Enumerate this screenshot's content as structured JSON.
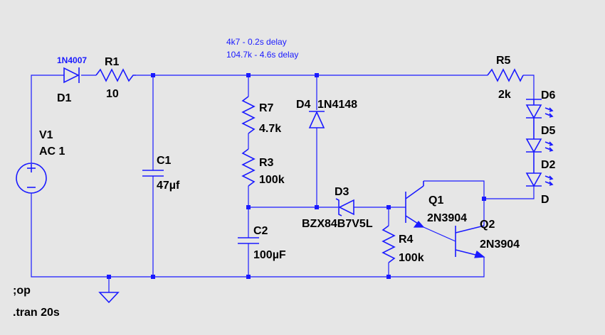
{
  "labels": {
    "d1_part": "1N4007",
    "d1_ref": "D1",
    "r1_ref": "R1",
    "r1_val": "10",
    "v1_ref": "V1",
    "v1_val": "AC 1",
    "c1_ref": "C1",
    "c1_val": "47µf",
    "note1": "4k7 - 0.2s delay",
    "note2": "104.7k - 4.6s delay",
    "r7_ref": "R7",
    "r7_val": "4.7k",
    "r3_ref": "R3",
    "r3_val": "100k",
    "c2_ref": "C2",
    "c2_val": "100µF",
    "d4_ref": "D4",
    "d4_val": "1N4148",
    "d3_ref": "D3",
    "d3_val": "BZX84B7V5L",
    "q1_ref": "Q1",
    "q1_val": "2N3904",
    "q2_ref": "Q2",
    "q2_val": "2N3904",
    "r4_ref": "R4",
    "r4_val": "100k",
    "r5_ref": "R5",
    "r5_val": "2k",
    "d6_ref": "D6",
    "d5_ref": "D5",
    "d2_ref": "D2",
    "d_ref": "D",
    "op_directive": ";op",
    "tran_directive": ".tran 20s"
  },
  "colors": {
    "background": "#e6e6e6",
    "wire": "#1a1aff",
    "text": "#000000"
  }
}
